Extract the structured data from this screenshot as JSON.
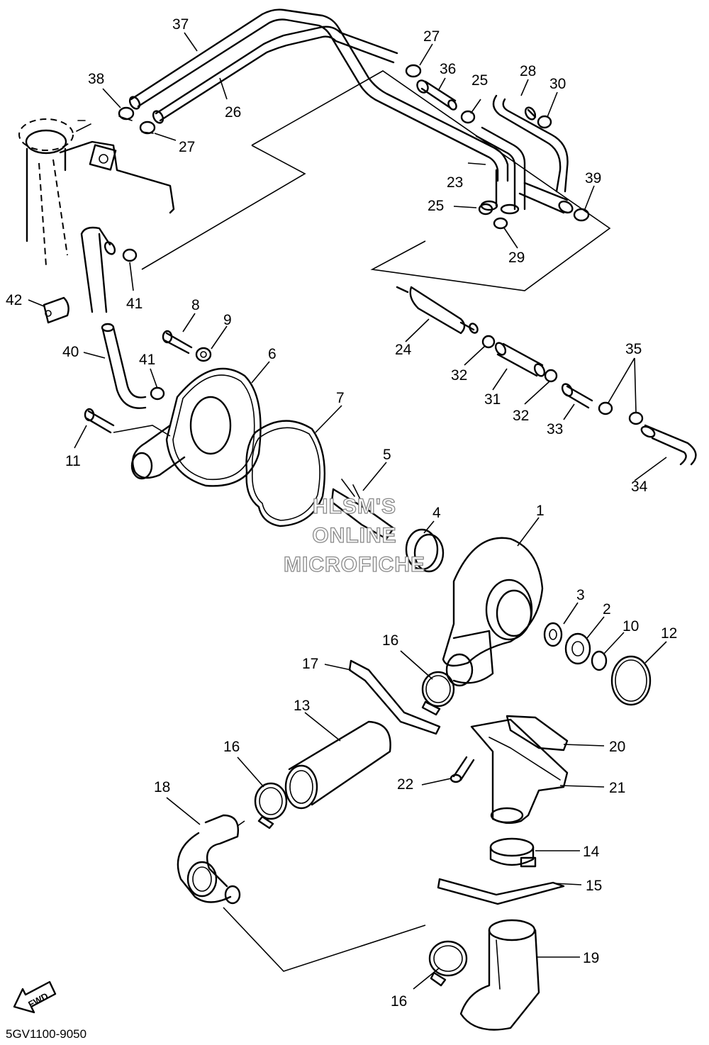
{
  "diagram": {
    "drawing_code": "5GV1100-9050",
    "direction_marker": "FWD",
    "watermark": [
      "HLSM'S",
      "ONLINE",
      "MICROFICHE"
    ],
    "callouts": [
      "1",
      "2",
      "3",
      "4",
      "5",
      "6",
      "7",
      "8",
      "9",
      "10",
      "11",
      "12",
      "13",
      "14",
      "15",
      "16",
      "16",
      "16",
      "17",
      "18",
      "19",
      "20",
      "21",
      "22",
      "23",
      "24",
      "25",
      "25",
      "26",
      "27",
      "27",
      "28",
      "29",
      "30",
      "31",
      "32",
      "32",
      "33",
      "34",
      "35",
      "36",
      "37",
      "38",
      "39",
      "40",
      "41",
      "41",
      "42"
    ]
  }
}
